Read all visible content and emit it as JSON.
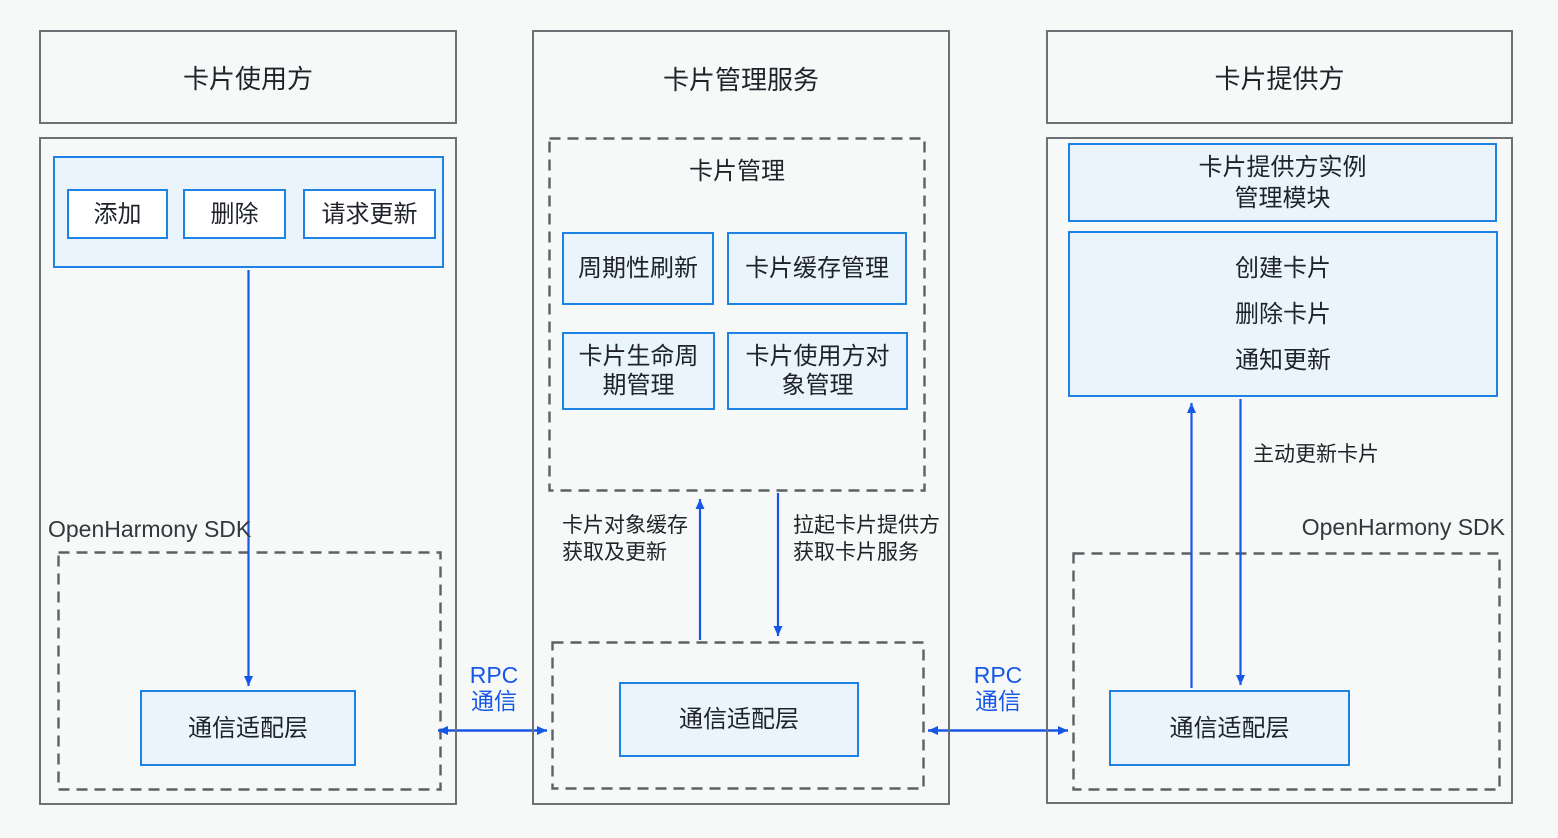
{
  "colors": {
    "accent_blue_border": "#1e82e4",
    "accent_blue_fill": "#e9f4fd",
    "arrow_blue": "#1757e8",
    "frame_gray": "#6d7175",
    "text": "#1f2329",
    "background": "#f7f8f8"
  },
  "consumer": {
    "title": "卡片使用方",
    "actions": [
      "添加",
      "删除",
      "请求更新"
    ],
    "sdk_label": "OpenHarmony SDK",
    "comm_layer": "通信适配层"
  },
  "manager": {
    "title": "卡片管理服务",
    "group_title": "卡片管理",
    "modules": [
      "周期性刷新",
      "卡片缓存管理",
      "卡片生命周\n期管理",
      "卡片使用方对\n象管理"
    ],
    "cache_arrow_label": "卡片对象缓存\n获取及更新",
    "launch_arrow_label": "拉起卡片提供方\n获取卡片服务",
    "comm_layer": "通信适配层"
  },
  "provider": {
    "title": "卡片提供方",
    "instance_module": "卡片提供方实例\n管理模块",
    "features": [
      "创建卡片",
      "删除卡片",
      "通知更新"
    ],
    "update_arrow_label": "主动更新卡片",
    "sdk_label": "OpenHarmony SDK",
    "comm_layer": "通信适配层"
  },
  "rpc": {
    "left_label": "RPC\n通信",
    "right_label": "RPC\n通信"
  }
}
